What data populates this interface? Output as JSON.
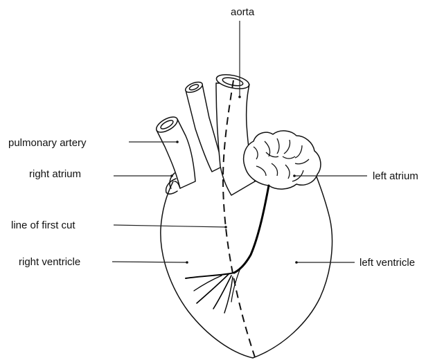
{
  "diagram": {
    "labels": {
      "aorta": "aorta",
      "pulmonary_artery": "pulmonary artery",
      "right_atrium": "right atrium",
      "line_of_first_cut": "line of first cut",
      "right_ventricle": "right ventricle",
      "left_atrium": "left atrium",
      "left_ventricle": "left ventricle"
    }
  }
}
